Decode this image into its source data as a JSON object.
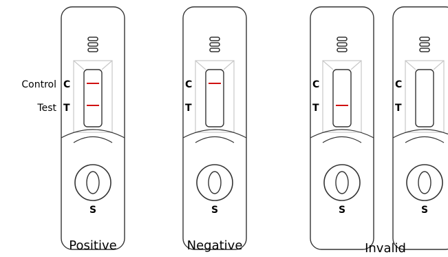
{
  "side_labels": {
    "control": "Control",
    "test": "Test"
  },
  "cassettes": [
    {
      "c_letter": "C",
      "t_letter": "T",
      "s_letter": "S",
      "control_line": true,
      "test_line": true
    },
    {
      "c_letter": "C",
      "t_letter": "T",
      "s_letter": "S",
      "control_line": true,
      "test_line": false
    },
    {
      "c_letter": "C",
      "t_letter": "T",
      "s_letter": "S",
      "control_line": false,
      "test_line": true
    },
    {
      "c_letter": "C",
      "t_letter": "T",
      "s_letter": "S",
      "control_line": false,
      "test_line": false
    }
  ],
  "captions": {
    "positive": "Positive",
    "negative": "Negative",
    "invalid": "Invalid"
  },
  "colors": {
    "outline": "#333333",
    "result_line": "#d01010",
    "window_frame": "#c8c8c8"
  }
}
